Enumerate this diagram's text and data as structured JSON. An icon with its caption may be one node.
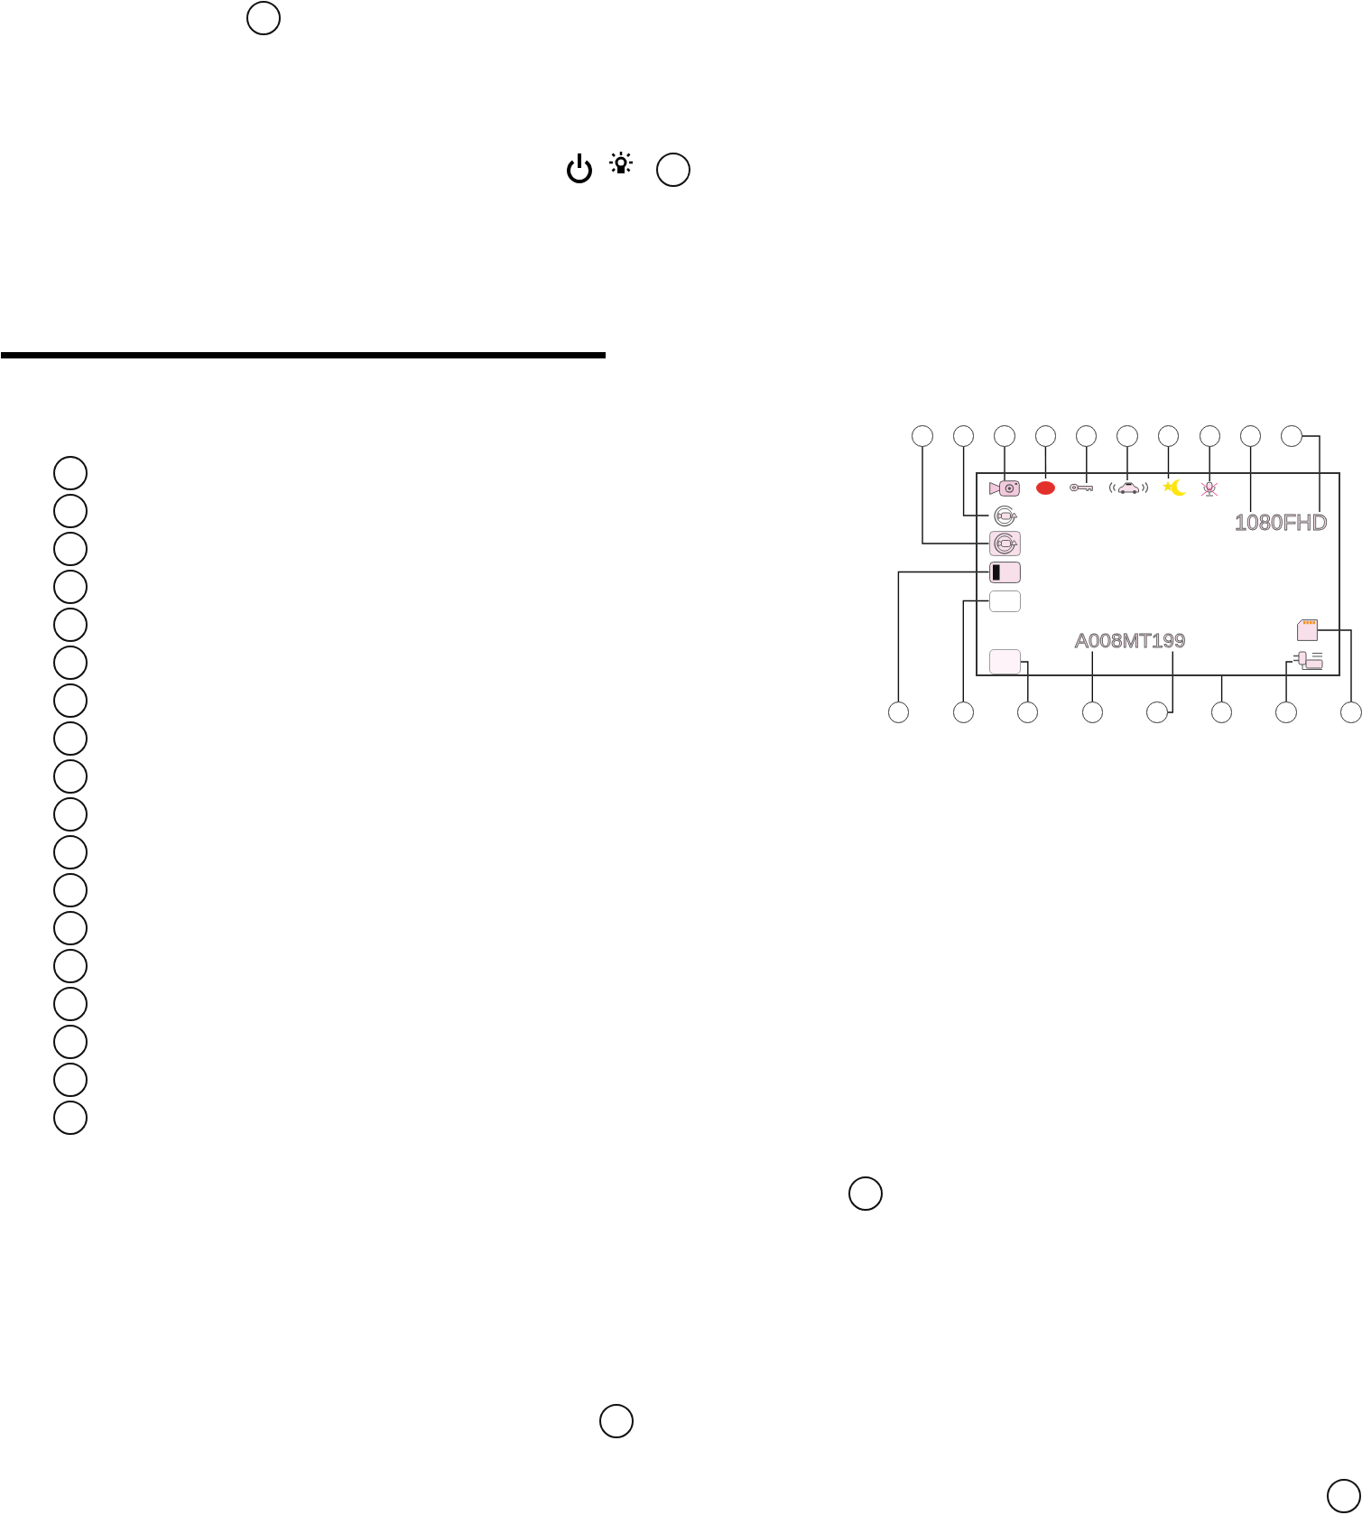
{
  "diagram": {
    "nodes": [
      {
        "text": [],
        "shape": "circle"
      },
      {
        "text": [],
        "shape": "circle"
      },
      {
        "text": [],
        "shape": "circle"
      },
      {
        "text": [],
        "shape": "circle"
      },
      {
        "text": [],
        "shape": "circle"
      },
      {
        "text": [],
        "shape": "circle"
      },
      {
        "text": [],
        "shape": "circle"
      },
      {
        "text": [],
        "shape": "circle"
      },
      {
        "text": [],
        "shape": "circle"
      },
      {
        "text": [],
        "shape": "circle"
      },
      {
        "text": [],
        "shape": "circle"
      },
      {
        "text": [],
        "shape": "circle"
      },
      {
        "text": [],
        "shape": "circle"
      },
      {
        "text": [],
        "shape": "circle"
      },
      {
        "text": [],
        "shape": "circle"
      },
      {
        "text": [],
        "shape": "circle"
      },
      {
        "text": [],
        "shape": "circle"
      },
      {
        "text": [],
        "shape": "circle"
      },
      {
        "text": [],
        "shape": "circle"
      },
      {
        "text": [],
        "shape": "circle"
      },
      {
        "text": [],
        "shape": "circle"
      },
      {
        "text": [],
        "shape": "circle"
      },
      {
        "text": [],
        "shape": "circle"
      },
      {
        "text": [],
        "shape": "circle"
      },
      {
        "text": [],
        "shape": "circle"
      },
      {
        "text": [],
        "shape": "circle"
      },
      {
        "text": [],
        "shape": "circle"
      },
      {
        "text": [],
        "shape": "circle"
      },
      {
        "text": [],
        "shape": "circle"
      },
      {
        "text": [],
        "shape": "circle"
      },
      {
        "text": [],
        "shape": "box"
      },
      {
        "text": [],
        "shape": "picture",
        "in": 30
      },
      {
        "text": [],
        "shape": "circle",
        "in": 30
      },
      {
        "text": [],
        "shape": "picture",
        "in": 30
      },
      {
        "text": [],
        "shape": "picture",
        "in": 30
      },
      {
        "text": [],
        "shape": "picture",
        "in": 30
      },
      {
        "text": [],
        "shape": "picture",
        "in": 30
      },
      {
        "text": [],
        "shape": "picture",
        "in": 30
      },
      {
        "text": [
          "1080FHD"
        ],
        "in": 30
      },
      {
        "text": [],
        "shape": "picture",
        "in": 30
      },
      {
        "text": [],
        "shape": "picture",
        "in": 30
      },
      {
        "text": [],
        "shape": "box",
        "in": 30
      },
      {
        "text": [],
        "shape": "picture",
        "in": 30
      },
      {
        "text": [
          "A008MT199"
        ],
        "in": 30
      },
      {
        "text": [],
        "shape": "box",
        "in": 30
      },
      {
        "text": [],
        "shape": "picture",
        "in": 30
      },
      {
        "text": [],
        "shape": "circle"
      },
      {
        "text": [],
        "shape": "circle"
      },
      {
        "text": [],
        "shape": "circle"
      },
      {
        "text": [],
        "shape": "circle"
      },
      {
        "text": [],
        "shape": "circle"
      },
      {
        "text": [],
        "shape": "circle"
      },
      {
        "text": [],
        "shape": "circle"
      },
      {
        "text": [],
        "shape": "circle"
      },
      {
        "text": [],
        "shape": "circle"
      },
      {
        "text": [],
        "shape": "circle"
      },
      {
        "text": [],
        "shape": "circle"
      }
    ],
    "edges": [
      {
        "from": 20,
        "to": 39,
        "arrow": "none"
      },
      {
        "from": 21,
        "to": 37,
        "arrow": "none"
      },
      {
        "from": 22,
        "to": 31,
        "arrow": "none"
      },
      {
        "from": 23,
        "to": 32,
        "arrow": "none"
      },
      {
        "from": 24,
        "to": 33,
        "arrow": "none"
      },
      {
        "from": 25,
        "to": 34,
        "arrow": "none"
      },
      {
        "from": 26,
        "to": 35,
        "arrow": "none"
      },
      {
        "from": 27,
        "to": 36,
        "arrow": "none"
      },
      {
        "from": 28,
        "to": 38,
        "arrow": "none"
      },
      {
        "from": 29,
        "to": 38,
        "arrow": "none"
      },
      {
        "from": 46,
        "to": 40,
        "arrow": "none"
      },
      {
        "from": 47,
        "to": 41,
        "arrow": "none"
      },
      {
        "from": 48,
        "to": 44,
        "arrow": "none"
      },
      {
        "from": 49,
        "to": 43,
        "arrow": "none"
      },
      {
        "from": 50,
        "to": 43,
        "arrow": "none"
      },
      {
        "from": 51,
        "to": 30,
        "arrow": "none"
      },
      {
        "from": 52,
        "to": 45,
        "arrow": "none"
      },
      {
        "from": 53,
        "to": 42,
        "arrow": "none"
      }
    ]
  }
}
